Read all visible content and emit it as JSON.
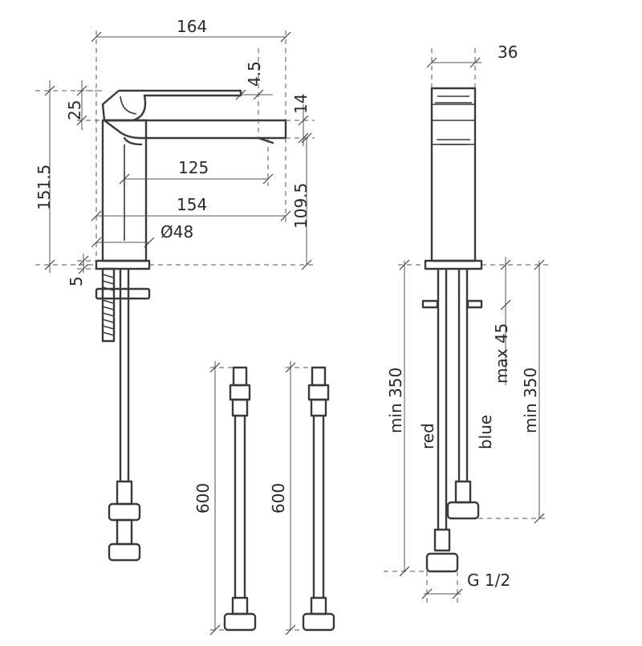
{
  "dimensions": {
    "side_total_width": "164",
    "handle_offset": "4.5",
    "handle_height": "25",
    "spout_thickness": "14",
    "overall_height": "151.5",
    "spout_reach_inner": "125",
    "spout_reach": "154",
    "spout_height": "109.5",
    "base_diameter": "Ø48",
    "base_plate": "5",
    "front_width": "36",
    "hose_length_1": "600",
    "hose_length_2": "600",
    "front_min_left": "min 350",
    "front_max": "max 45",
    "front_min_right": "min 350",
    "thread": "G 1/2"
  },
  "labels": {
    "hot_hose": "red",
    "cold_hose": "blue"
  }
}
